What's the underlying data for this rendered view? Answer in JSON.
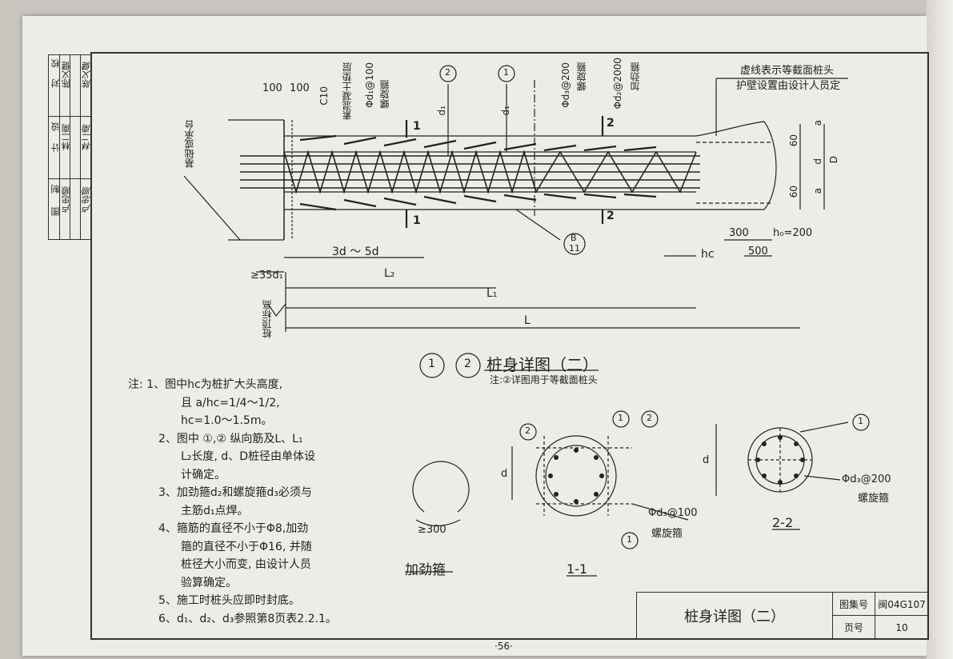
{
  "main_title": {
    "circle1": "1",
    "circle2": "2",
    "text": "桩身详图（二）",
    "note": "注:②详图用于等截面桩头"
  },
  "top_labels": {
    "dashed_note_line1": "虚线表示等截面桩头",
    "dashed_note_line2": "护壁设置由设计人员定",
    "c10": "C10",
    "cushion": "素混凝土垫层",
    "d1_spiral": "Φd₁@100",
    "spiral_label": "螺旋箍",
    "d3_spiral": "Φd₃@200",
    "spiral_label_2": "螺旋箍",
    "d2_stiff": "Φd₂@2000",
    "stiff_label": "加劲箍",
    "cap_label": "基础或承台",
    "pile_top_label": "桩顶标高",
    "d1": "d₁",
    "d1b": "d₁",
    "circle_2": "2",
    "circle_1": "1",
    "dim_100a": "100",
    "dim_100b": "100"
  },
  "dims": {
    "d3_5d": "3d ～ 5d",
    "min35": "≥35d₁",
    "L2": "L₂",
    "L1": "L₁",
    "L": "L",
    "hc": "hc",
    "d300": "300",
    "d500": "500",
    "hb": "h₀=200",
    "a_top": "a",
    "d_mid": "d",
    "D": "D",
    "a_bot": "a",
    "sixty_top": "60",
    "sixty_bot": "60",
    "section_1_top": "1",
    "section_1_bot": "1",
    "section_2_top": "2",
    "section_2_bot": "2",
    "B_top": "B",
    "B_bot": "11"
  },
  "notes": [
    "注: 1、图中hc为桩扩大头高度,",
    "且 a/hc=1/4～1/2,",
    "hc=1.0～1.5m。",
    "2、图中 ①,② 纵向筋及L、L₁",
    "L₂长度, d、D桩径由单体设",
    "计确定。",
    "3、加劲箍d₂和螺旋箍d₃必须与",
    "主筋d₁点焊。",
    "4、箍筋的直径不小于Φ8,加劲",
    "箍的直径不小于Φ16, 并随",
    "桩径大小而变, 由设计人员",
    "验算确定。",
    "5、施工时桩头应即时封底。",
    "6、d₁、d₂、d₃参照第8页表2.2.1。"
  ],
  "sections": {
    "stiff_title": "加劲箍",
    "stiff_dim": "≥300",
    "s11_title": "1-1",
    "s11_d": "d",
    "s11_spiral": "Φd₃@100",
    "s11_spiral_label": "螺旋箍",
    "s11_c1": "1",
    "s11_c2": "2",
    "s11_c2b": "2",
    "s11_c1b": "1",
    "s22_title": "2-2",
    "s22_d": "d",
    "s22_c1": "1",
    "s22_spiral": "Φd₃@200",
    "s22_spiral_label": "螺旋箍"
  },
  "signature_block": {
    "row1": [
      "校",
      "对",
      "陈义健",
      "陈义健"
    ],
    "row2": [
      "设",
      "计",
      "林二南",
      "林二南"
    ],
    "row3": [
      "制",
      "图",
      "卢忠顺",
      "卢忠顺"
    ]
  },
  "title_block": {
    "title": "桩身详图（二）",
    "atlas_label": "图集号",
    "atlas_value": "闽04G107",
    "page_label": "页号",
    "page_value": "10"
  },
  "page_number": "·56·",
  "colors": {
    "ink": "#222222",
    "paper": "#eeece7"
  }
}
